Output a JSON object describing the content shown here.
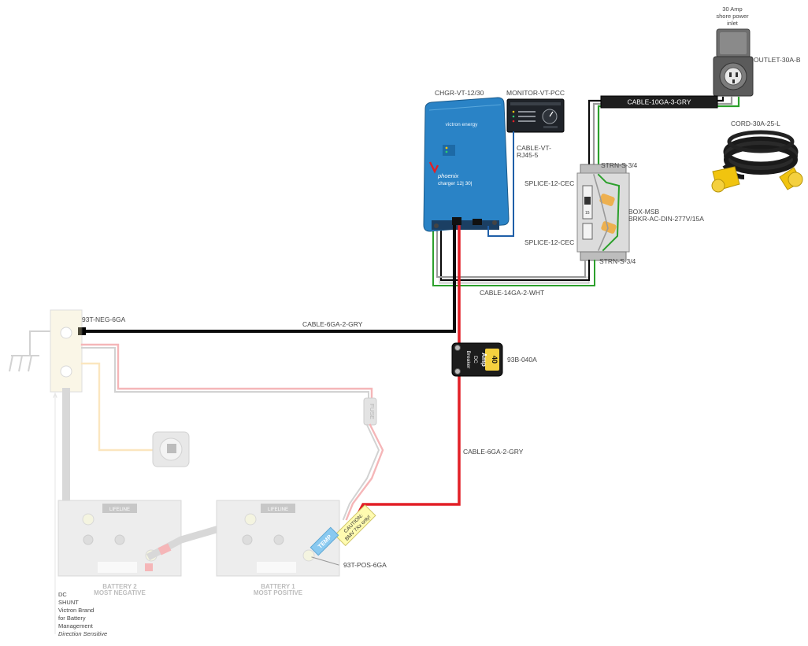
{
  "shore_inlet": {
    "caption_lines": [
      "30 Amp",
      "shore power",
      "inlet"
    ]
  },
  "labels": {
    "outlet": "OUTLET-30A-B",
    "cable_10ga": "CABLE-10GA-3-GRY",
    "cord": "CORD-30A-25-L",
    "charger": "CHGR-VT-12/30",
    "monitor": "MONITOR-VT-PCC",
    "cable_rj45_a": "CABLE-VT-",
    "cable_rj45_b": "RJ45-5",
    "strain_top": "STRN-S-3/4",
    "splice_top": "SPLICE-12-CEC",
    "box": "BOX-MSB",
    "breaker_ac": "BRKR-AC-DIN-277V/15A",
    "splice_bottom": "SPLICE-12-CEC",
    "strain_bottom": "STRN-S-3/4",
    "cable_14ga": "CABLE-14GA-2-WHT",
    "neg_lug": "93T-NEG-6GA",
    "cable_6ga_black": "CABLE-6GA-2-GRY",
    "dc_breaker": "93B-040A",
    "cable_6ga_red": "CABLE-6GA-2-GRY",
    "pos_lug": "93T-POS-6GA"
  },
  "charger": {
    "brand": "victron energy",
    "model_line1": "phoenix",
    "model_line2": "charger 12| 30|"
  },
  "dc_breaker": {
    "amps": "40",
    "unit": "Amp",
    "type1": "DC",
    "type2": "Breaker"
  },
  "fuse_label": "FUSE",
  "caution_lines": [
    "CAUTION:",
    "BMV 7Xx only!"
  ],
  "temp_label": "TEMP",
  "battery_brand": "LIFELINE",
  "battery2": {
    "line1": "BATTERY 2",
    "line2": "MOST NEGATIVE"
  },
  "battery1": {
    "line1": "BATTERY 1",
    "line2": "MOST POSITIVE"
  },
  "shunt_note": [
    "DC",
    "SHUNT",
    "Victron Brand",
    "for Battery",
    "Management",
    "Direction Sensitive"
  ],
  "colors": {
    "black": "#0a0a0a",
    "red": "#e21f26",
    "green": "#2ca02c",
    "blue": "#1f5fa8",
    "gray": "#9a9a9a",
    "victron_blue": "#2a83c6",
    "breaker_yellow": "#f4d03f"
  }
}
